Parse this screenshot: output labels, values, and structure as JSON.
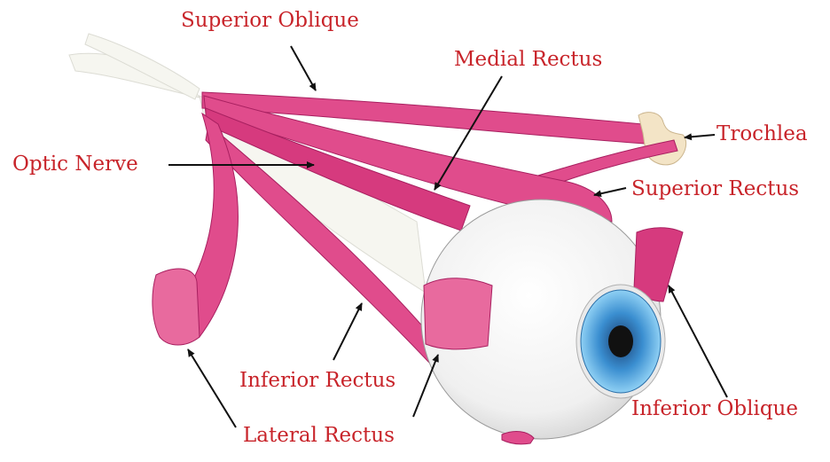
{
  "labels": {
    "superior_oblique": "Superior Oblique",
    "medial_rectus": "Medial Rectus",
    "trochlea": "Trochlea",
    "optic_nerve": "Optic Nerve",
    "superior_rectus": "Superior Rectus",
    "inferior_rectus": "Inferior Rectus",
    "inferior_oblique": "Inferior Oblique",
    "lateral_rectus": "Lateral Rectus"
  },
  "colors": {
    "label": "#c8242a",
    "muscle": "#e04c8c",
    "muscle_dark": "#b8246a",
    "muscle_light": "#f07aae",
    "tendon": "#f3e4c6",
    "nerve": "#f6f6f0",
    "iris": "#5ab4e8",
    "arrow": "#111111"
  }
}
